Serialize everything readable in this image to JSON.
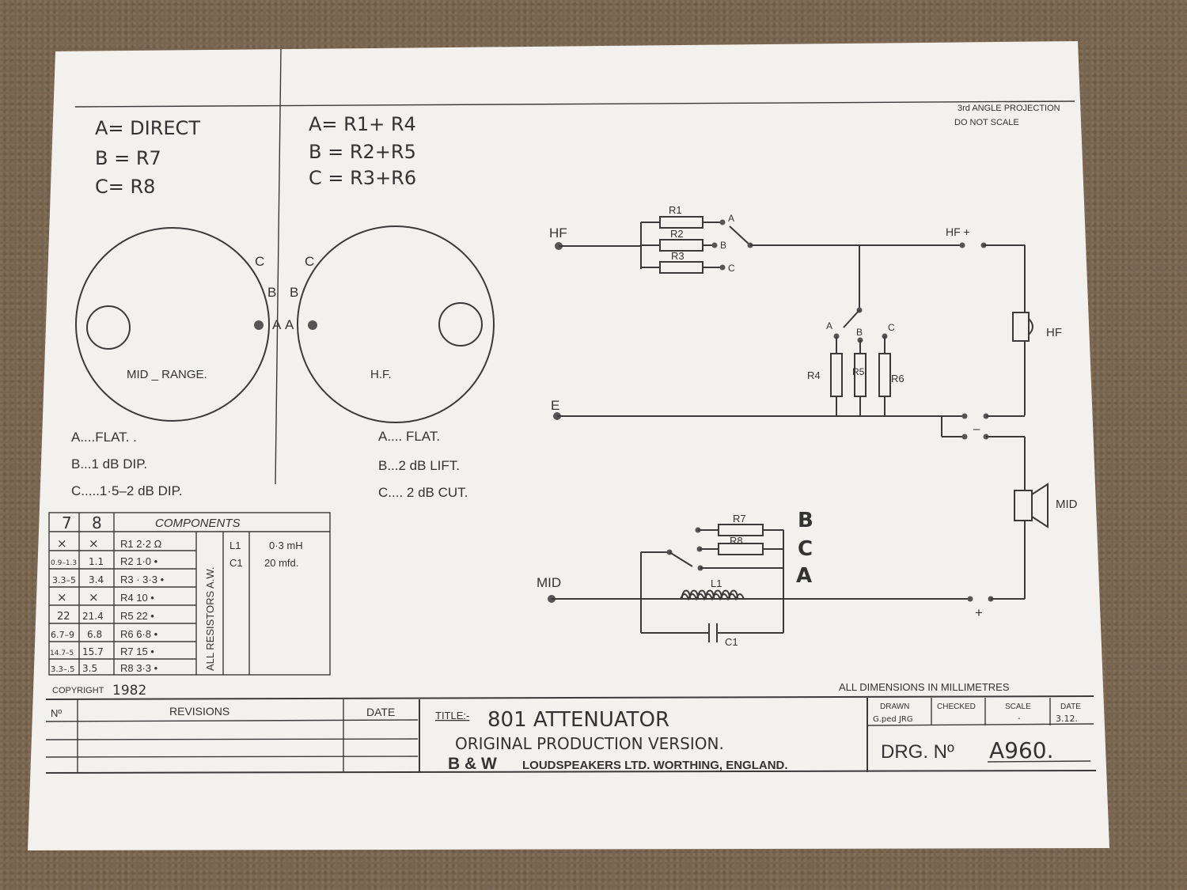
{
  "header": {
    "projection": "3rd ANGLE PROJECTION",
    "do_not_scale": "DO NOT SCALE"
  },
  "notes_left": [
    "A= DIRECT",
    "B = R7",
    "C= R8"
  ],
  "notes_right": [
    "A= R1+ R4",
    "B = R2+R5",
    "C = R3+R6"
  ],
  "dials": {
    "mid": {
      "label": "MID _ RANGE.",
      "a": "A",
      "b": "B",
      "c": "C"
    },
    "hf": {
      "label": "H.F.",
      "a": "A",
      "b": "B",
      "c": "C"
    }
  },
  "mid_settings": [
    "A....FLAT. .",
    "B...1 dB DIP.",
    "C.....1·5–2 dB DIP."
  ],
  "hf_settings": [
    "A.... FLAT.",
    "B...2 dB LIFT.",
    "C.... 2 dB CUT."
  ],
  "components": {
    "title": "COMPONENTS",
    "col7": "7",
    "col8": "8",
    "rows": [
      {
        "c7": "×",
        "c8": "×",
        "r": "R1  2·2  Ω"
      },
      {
        "c7": "0.9–1.3",
        "c8": "1.1",
        "r": "R2  1·0  •"
      },
      {
        "c7": "3.3–5",
        "c8": "3.4",
        "r": "R3 · 3·3 •"
      },
      {
        "c7": "×",
        "c8": "×",
        "r": "R4  10  •"
      },
      {
        "c7": "22",
        "c8": "21.4",
        "r": "R5  22 •"
      },
      {
        "c7": "6.7–9",
        "c8": "6.8",
        "r": "R6  6·8 •"
      },
      {
        "c7": "14.7–5",
        "c8": "15.7",
        "r": "R7  15 •"
      },
      {
        "c7": "3.3–.5",
        "c8": "3.5",
        "r": "R8  3·3 •"
      }
    ],
    "side": "ALL RESISTORS A.W.",
    "extra": [
      {
        "ref": "L1",
        "val": "0·3 mH"
      },
      {
        "ref": "C1",
        "val": "20 mfd."
      }
    ]
  },
  "copyright": {
    "label": "COPYRIGHT",
    "year": "1982"
  },
  "circuit": {
    "hf_in": "HF",
    "e": "E",
    "mid_in": "MID",
    "hf_plus": "HF +",
    "hf_driver": "HF",
    "mid_driver": "MID",
    "minus": "–",
    "plus": "+",
    "r1": "R1",
    "r2": "R2",
    "r3": "R3",
    "r4": "R4",
    "r5": "R5",
    "r6": "R6",
    "r7": "R7",
    "r8": "R8",
    "l1": "L1",
    "c1": "C1",
    "sw_a": "A",
    "sw_b": "B",
    "sw_c": "C",
    "big_b": "B",
    "big_c": "C",
    "big_a": "A"
  },
  "dimensions_note": "ALL DIMENSIONS IN MILLIMETRES",
  "title_block": {
    "no": "Nº",
    "revisions": "REVISIONS",
    "date": "DATE",
    "title_label": "TITLE:-",
    "title": "801 ATTENUATOR",
    "subtitle": "ORIGINAL PRODUCTION VERSION.",
    "company_bw": "B & W",
    "company": "LOUDSPEAKERS LTD. WORTHING, ENGLAND.",
    "drawn": "DRAWN",
    "checked": "CHECKED",
    "scale": "SCALE",
    "date_hdr": "DATE",
    "drawn_val": "G.ped JRG",
    "scale_val": "-",
    "date_val": "3.12.",
    "drg_label": "DRG. Nº",
    "drg_no": "A960."
  }
}
